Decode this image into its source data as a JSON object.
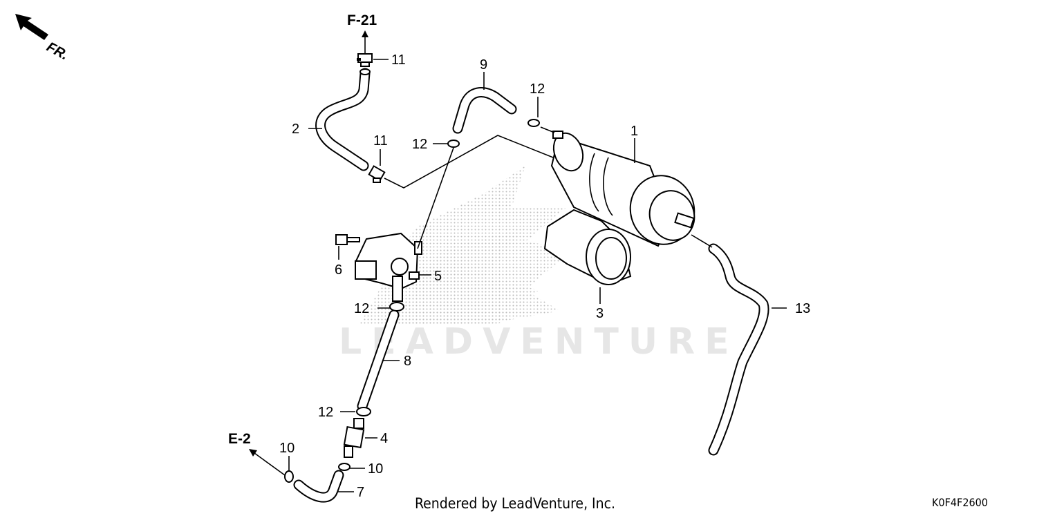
{
  "front_indicator": "FR.",
  "references": {
    "top": "F-21",
    "left": "E-2"
  },
  "callouts": {
    "c1": "1",
    "c2": "2",
    "c3": "3",
    "c4": "4",
    "c5": "5",
    "c6": "6",
    "c7": "7",
    "c8": "8",
    "c9": "9",
    "c10a": "10",
    "c10b": "10",
    "c11a": "11",
    "c11b": "11",
    "c12a": "12",
    "c12b": "12",
    "c12c": "12",
    "c12d": "12",
    "c13": "13"
  },
  "watermark": "LEADVENTURE",
  "footer": {
    "credit": "Rendered by LeadVenture, Inc.",
    "diagram_code": "K0F4F2600"
  }
}
